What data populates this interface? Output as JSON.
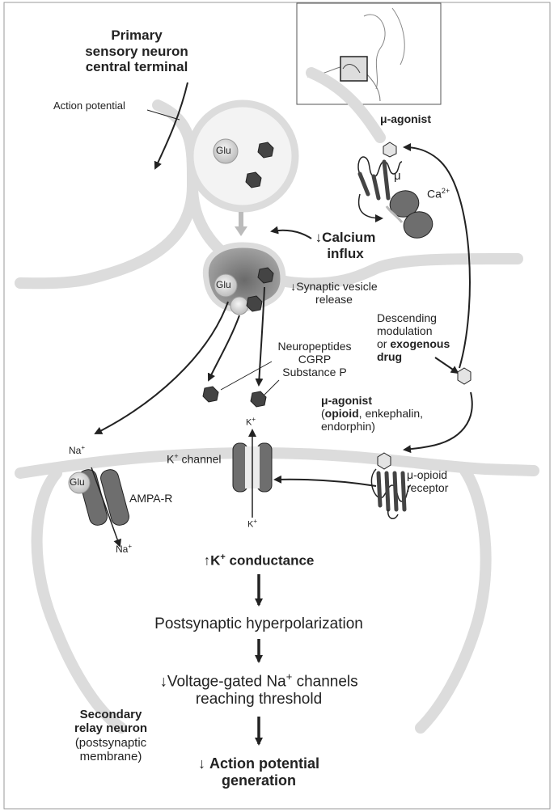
{
  "diagram": {
    "presynaptic": {
      "title_line1": "Primary",
      "title_line2": "sensory neuron",
      "title_line3": "central terminal",
      "action_potential": "Action potential",
      "glu_vesicle": "Glu",
      "glu_release": "Glu",
      "calcium_arrow": "↓",
      "calcium_line1": "Calcium",
      "calcium_line2": "influx",
      "synaptic_line1": "↓Synaptic vesicle",
      "synaptic_line2": "release",
      "neuropeptides": "Neuropeptides",
      "cgrp": "CGRP",
      "substance_p": "Substance P"
    },
    "receptor_side": {
      "mu_agonist_top": "μ-agonist",
      "mu_symbol": "μ",
      "ca_base": "Ca",
      "ca_charge": "2+",
      "descending_line1": "Descending",
      "descending_line2": "modulation",
      "descending_line3_prefix": "or ",
      "descending_line3_bold": "exogenous",
      "descending_line4": "drug",
      "agonist_title": "μ-agonist",
      "agonist_open": "(",
      "agonist_opioid": "opioid",
      "agonist_rest": ", enkephalin,",
      "agonist_line3": "endorphin)",
      "mu_opioid_line1": "μ-opioid",
      "mu_opioid_line2": "receptor"
    },
    "postsynaptic": {
      "na_base": "Na",
      "na_charge": "+",
      "glu_bound": "Glu",
      "ampa": "AMPA-R",
      "k_base": "K",
      "k_charge": "+",
      "k_channel_suffix": " channel",
      "k_conductance_arrow": "↑",
      "k_conductance_rest": " conductance",
      "hyperpolarization": "Postsynaptic hyperpolarization",
      "voltage_line1_pre": "↓Voltage-gated Na",
      "voltage_line1_post": " channels",
      "voltage_line2": "reaching threshold",
      "ap_arrow": "↓",
      "ap_line1": "Action potential",
      "ap_line2": "generation",
      "relay_line1": "Secondary",
      "relay_line2": "relay neuron",
      "relay_line3": "(postsynaptic",
      "relay_line4": "membrane)"
    },
    "colors": {
      "ink": "#222222",
      "membrane": "#dcdcdc",
      "vesicle_fill": "#dddddd",
      "peptide_fill": "#444444",
      "receptor_fill": "#6e6e6e",
      "agonist_fill": "#e4e4e4"
    }
  }
}
